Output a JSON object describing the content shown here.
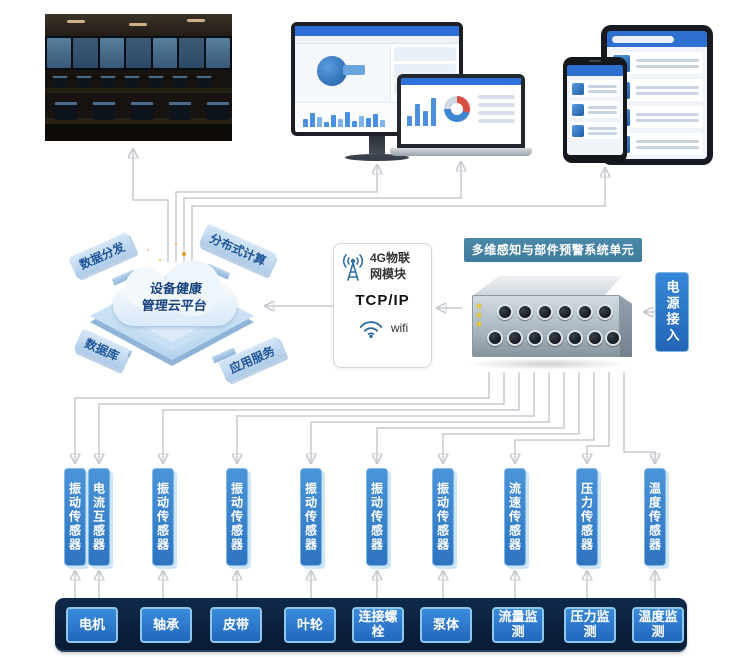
{
  "cloud": {
    "platform_line1": "设备健康",
    "platform_line2": "管理云平台",
    "satellites": [
      "数据分发",
      "分布式计算",
      "数据库",
      "应用服务"
    ]
  },
  "comm": {
    "module_line1": "4G物联",
    "module_line2": "网模块",
    "tcpip": "TCP/IP",
    "wifi": "wifi"
  },
  "unit": {
    "title": "多维感知与部件预警系统单元"
  },
  "power": {
    "label": "电源接入"
  },
  "sensors": [
    "振动传感器",
    "电流互感器",
    "振动传感器",
    "振动传感器",
    "振动传感器",
    "振动传感器",
    "振动传感器",
    "流速传感器",
    "压力传感器",
    "温度传感器"
  ],
  "equipment": [
    "电机",
    "轴承",
    "皮带",
    "叶轮",
    "连接螺栓",
    "泵体",
    "流量监测",
    "压力监测",
    "温度监测"
  ],
  "colors": {
    "accent_blue": "#2e7fd6",
    "dark_navy": "#0b2140",
    "unit_header": "#3e7b9e",
    "line_gray": "#c6cacf",
    "cloud_text": "#17427e",
    "sparkle_orange": "#f0a43a"
  }
}
